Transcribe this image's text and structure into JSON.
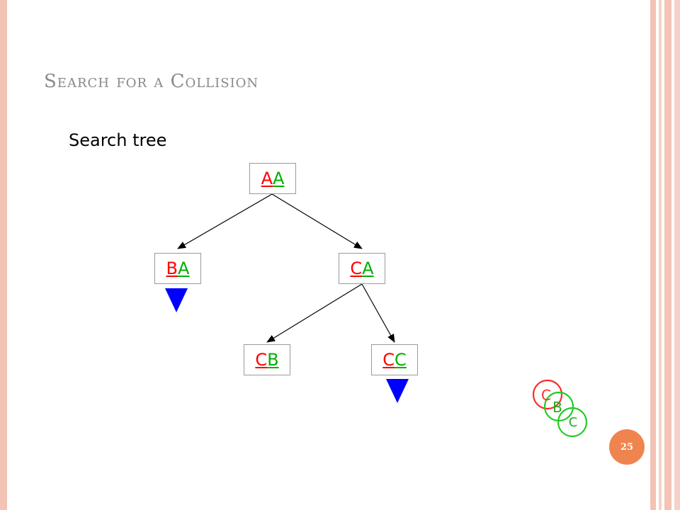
{
  "slide": {
    "title": "Search for a Collision",
    "subtitle": "Search tree",
    "page_number": "25"
  },
  "colors": {
    "red": "#ff0000",
    "green": "#00b000",
    "blue": "#0000ff",
    "accent": "#f0844f",
    "stripe": "#f3c3b6"
  },
  "tree": {
    "nodes": {
      "aa": {
        "c1": "A",
        "c2": "A",
        "c1_color": "red",
        "c2_color": "green"
      },
      "ba": {
        "c1": "B",
        "c2": "A",
        "c1_color": "red",
        "c2_color": "green"
      },
      "ca": {
        "c1": "C",
        "c2": "A",
        "c1_color": "red",
        "c2_color": "green"
      },
      "cb": {
        "c1": "C",
        "c2": "B",
        "c1_color": "red",
        "c2_color": "green"
      },
      "cc": {
        "c1": "C",
        "c2": "C",
        "c1_color": "red",
        "c2_color": "green"
      }
    }
  },
  "stack": {
    "items": [
      {
        "letter": "C",
        "color": "red"
      },
      {
        "letter": "B",
        "color": "green"
      },
      {
        "letter": "C",
        "color": "green"
      }
    ]
  }
}
